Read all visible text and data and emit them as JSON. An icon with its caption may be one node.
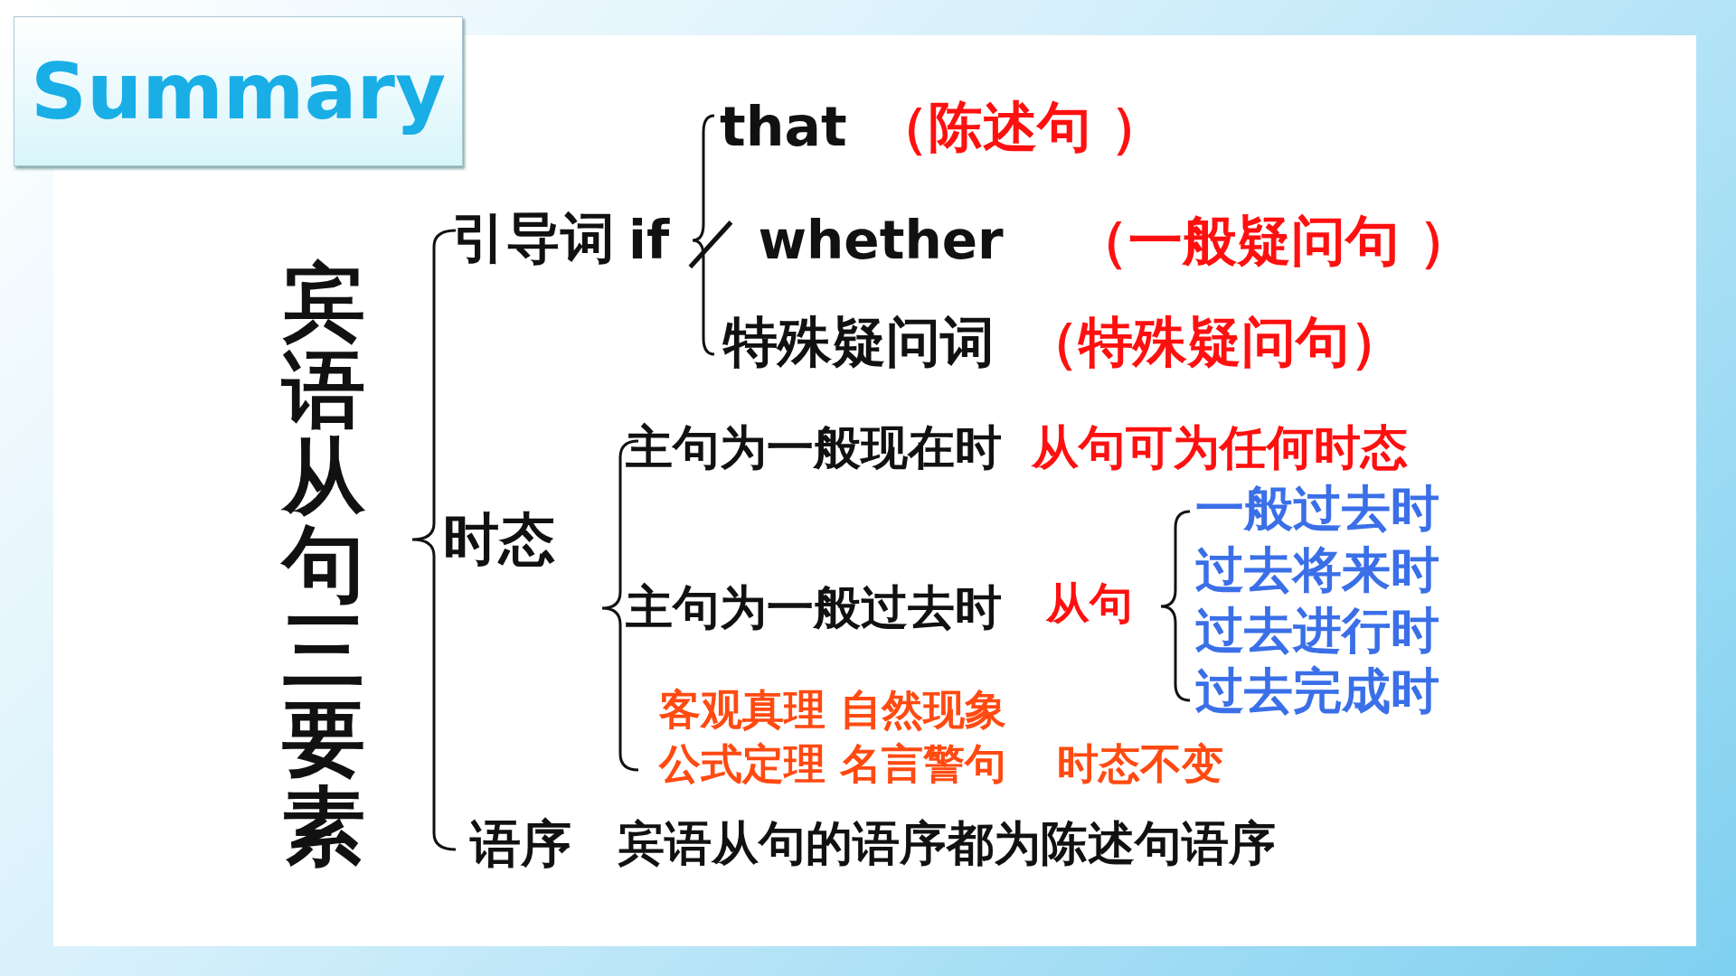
{
  "diagram": {
    "title": "Summary",
    "labels": [
      "宾语从句三要素",
      "引导词",
      "that",
      "（陈述句 ）",
      "if ／ whether",
      "（一般疑问句 ）",
      "特殊疑问词",
      "（特殊疑问句）",
      "时态",
      "主句为一般现在时",
      "从句可为任何时态",
      "主句为一般过去时",
      "从句",
      "一般过去时",
      "过去将来时",
      "过去进行时",
      "过去完成时",
      "客观真理 自然现象公式定理 名言警句",
      "时态不变",
      "语序",
      "宾语从句的语序都为陈述句语序"
    ]
  }
}
